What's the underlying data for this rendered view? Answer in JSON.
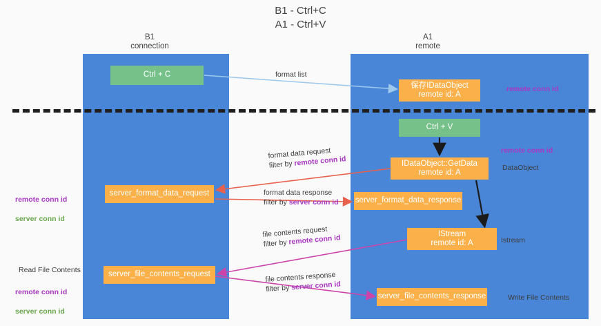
{
  "title": "B1 - Ctrl+C\nA1 - Ctrl+V",
  "columns": {
    "left": {
      "name": "B1",
      "role": "connection",
      "label": "B1\nconnection"
    },
    "right": {
      "name": "A1",
      "role": "remote",
      "label": "A1\nremote"
    }
  },
  "nodes": {
    "ctrl_c": {
      "label": "Ctrl + C",
      "color": "#76c18a",
      "lane": "B1"
    },
    "save_idataobject": {
      "label": "保存IDataObject\nremote id: A",
      "color": "#fbb04a",
      "lane": "A1"
    },
    "ctrl_v": {
      "label": "Ctrl + V",
      "color": "#76c18a",
      "lane": "A1"
    },
    "idataobject_getdata": {
      "label": "IDataObject::GetData\nremote id: A",
      "color": "#fbb04a",
      "lane": "A1"
    },
    "server_format_data_request": {
      "label": "server_format_data_request",
      "color": "#fbb04a",
      "lane": "B1"
    },
    "server_format_data_response": {
      "label": "server_format_data_response",
      "color": "#fbb04a",
      "lane": "A1"
    },
    "istream": {
      "label": "IStream\nremote id: A",
      "color": "#fbb04a",
      "lane": "A1"
    },
    "server_file_contents_request": {
      "label": "server_file_contents_request",
      "color": "#fbb04a",
      "lane": "B1"
    },
    "server_file_contents_response": {
      "label": "server_file_contents_response",
      "color": "#fbb04a",
      "lane": "A1"
    }
  },
  "edges": {
    "format_list": {
      "caption": "format list",
      "color": "#9ec9ec"
    },
    "format_data_request": {
      "line1": "format data request",
      "filter_prefix": "filter by ",
      "filter_key": "remote conn id",
      "color": "#e8614d"
    },
    "format_data_response": {
      "line1": "format data response",
      "filter_prefix": "filter by ",
      "filter_key": "server conn id",
      "color": "#e8614d"
    },
    "file_contents_request": {
      "line1": "file contents request",
      "filter_prefix": "filter by ",
      "filter_key": "remote conn id",
      "color": "#c councils"
    },
    "file_contents_response": {
      "line1": "file contents response",
      "filter_prefix": "filter by ",
      "filter_key": "server conn id",
      "color": "#cc44aa"
    }
  },
  "annotations": {
    "right_remote_conn_id_top": "remote conn id",
    "right_remote_conn_id_mid": "remote conn id",
    "dataobject": "DataObject",
    "istream": "Istream",
    "write_file_contents": "Write File Contents",
    "read_file_contents": "Read File Contents",
    "remote_conn_id": "remote conn id",
    "server_conn_id": "server conn id"
  },
  "colors": {
    "lane": "#4a86d8",
    "green_node": "#76c18a",
    "orange_node": "#fbb04a",
    "purple_text": "#a838c0",
    "green_text": "#6aa84f",
    "red_arrow": "#e8614d",
    "magenta_arrow": "#cc44aa",
    "blue_arrow": "#9ec9ec",
    "divider": "#1f1f1f",
    "background": "#fafafa"
  }
}
